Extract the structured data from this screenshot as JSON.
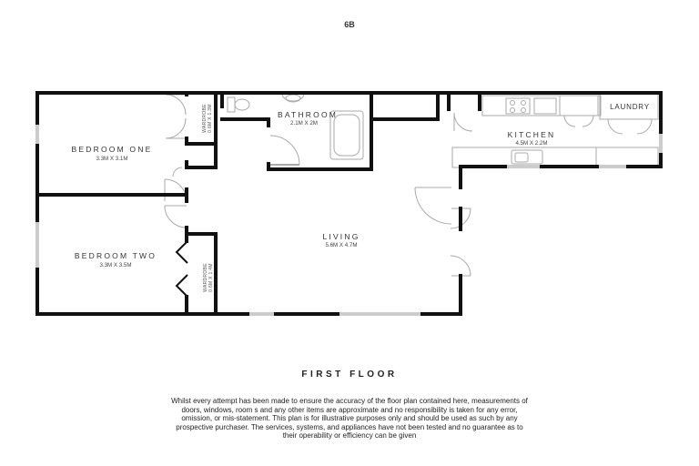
{
  "header": {
    "unit": "6B"
  },
  "rooms": {
    "bedroom_one": {
      "name": "BEDROOM ONE",
      "dims": "3.3M X 3.1M"
    },
    "bedroom_two": {
      "name": "BEDROOM TWO",
      "dims": "3.3M X 3.5M"
    },
    "bathroom": {
      "name": "BATHROOM",
      "dims": "2.1M X 2M"
    },
    "kitchen": {
      "name": "KITCHEN",
      "dims": "4.5M X 2.2M"
    },
    "laundry": {
      "name": "LAUNDRY"
    },
    "living": {
      "name": "LIVING",
      "dims": "5.6M X 4.7M"
    },
    "wardrobe_one": {
      "name": "WARDROBE",
      "dims": "0.6M X 1.3M"
    },
    "wardrobe_two": {
      "name": "WARDROBE",
      "dims": "0.6M X 1.4M"
    }
  },
  "footer": {
    "floor_title": "FIRST FLOOR",
    "disclaimer_lines": [
      "Whilst every attempt has been made to ensure the accuracy of the floor plan contained here, measurements of",
      "doors, windows, room s and any other items are approximate and no responsibility is taken for any error,",
      "omission, or mis-statement. This plan is for illustrative purposes only and should be used as such by any",
      "prospective purchaser. The services, systems, and appliances have not been tested and no guarantee as to",
      "their operability or efficiency can be given"
    ]
  },
  "colors": {
    "wall": "#111111",
    "fixture": "#aaaaaa",
    "window": "#cccccc",
    "text": "#333333"
  }
}
